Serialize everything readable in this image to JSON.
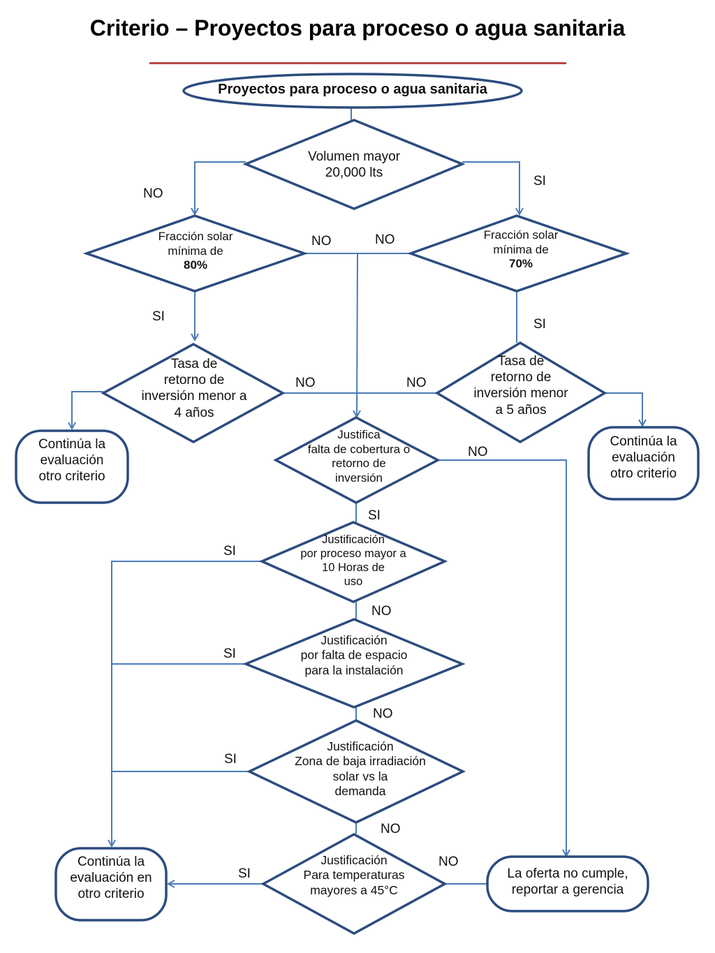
{
  "title": "Criterio – Proyectos para proceso o agua sanitaria",
  "start": "Proyectos para proceso o agua sanitaria",
  "nodes": {
    "volumen": [
      "Volumen mayor",
      "20,000 lts"
    ],
    "fraccion_izq": [
      "Fracción solar",
      "mínima de",
      "80%"
    ],
    "fraccion_der": [
      "Fracción solar",
      "mínima de",
      "70%"
    ],
    "tasa_izq": [
      "Tasa de",
      "retorno de",
      "inversión menor a",
      "4 años"
    ],
    "tasa_der": [
      "Tasa de",
      "retorno de",
      "inversión menor",
      "a 5 años"
    ],
    "justifica": [
      "Justifica",
      "falta de cobertura o",
      "retorno de",
      "inversión"
    ],
    "just_proceso": [
      "Justificación",
      "por proceso mayor a",
      "10 Horas de",
      "uso"
    ],
    "just_espacio": [
      "Justificación",
      "por falta  de espacio",
      "para la instalación"
    ],
    "just_zona": [
      "Justificación",
      "Zona de baja irradiación",
      "solar vs la",
      "demanda"
    ],
    "just_temp": [
      "Justificación",
      "Para temperaturas",
      "mayores a 45°C"
    ]
  },
  "terminals": {
    "continua_izq": [
      "Continúa la",
      "evaluación",
      "otro criterio"
    ],
    "continua_der": [
      "Continúa la",
      "evaluación",
      "otro criterio"
    ],
    "continua_final": [
      "Continúa la",
      "evaluación en",
      "otro criterio"
    ],
    "no_cumple": [
      "La oferta no cumple,",
      "reportar a gerencia"
    ]
  },
  "edges": {
    "volumen_no": "NO",
    "volumen_si": "SI",
    "fraccion_izq_no": "NO",
    "fraccion_der_no": "NO",
    "fraccion_izq_si": "SI",
    "fraccion_der_si": "SI",
    "tasa_izq_no": "NO",
    "tasa_der_no": "NO",
    "justifica_no": "NO",
    "justifica_si": "SI",
    "proceso_si": "SI",
    "proceso_no": "NO",
    "espacio_si": "SI",
    "espacio_no": "NO",
    "zona_si": "SI",
    "zona_no": "NO",
    "temp_si": "SI",
    "temp_no": "NO"
  },
  "colors": {
    "shape_stroke": "#2b4c7e",
    "connector": "#4a7bb7",
    "title_rule": "#b94a48"
  }
}
